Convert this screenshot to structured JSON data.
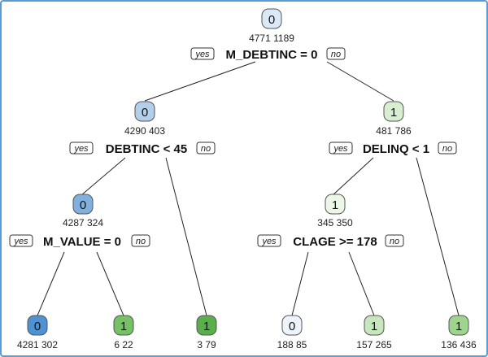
{
  "labels": {
    "yes": "yes",
    "no": "no"
  },
  "nodes": {
    "root": {
      "class": "0",
      "counts": "4771  1189",
      "split": "M_DEBTINC = 0",
      "color": "#dbe8f5"
    },
    "left": {
      "class": "0",
      "counts": "4290  403",
      "split": "DEBTINC < 45",
      "color": "#b4cfe9"
    },
    "right": {
      "class": "1",
      "counts": "481  786",
      "split": "DELINQ < 1",
      "color": "#d7efd0"
    },
    "ll": {
      "class": "0",
      "counts": "4287  324",
      "split": "M_VALUE = 0",
      "color": "#7fb0de"
    },
    "rl": {
      "class": "1",
      "counts": "345  350",
      "split": "CLAGE >= 178",
      "color": "#edf7e8"
    },
    "leaf_lll": {
      "class": "0",
      "counts": "4281  302",
      "color": "#4f92d4"
    },
    "leaf_llr": {
      "class": "1",
      "counts": "6  22",
      "color": "#76c066"
    },
    "leaf_lr": {
      "class": "1",
      "counts": "3  79",
      "color": "#5aaf4c"
    },
    "leaf_rll": {
      "class": "0",
      "counts": "188  85",
      "color": "#eef4fb"
    },
    "leaf_rlr": {
      "class": "1",
      "counts": "157  265",
      "color": "#c6e6bd"
    },
    "leaf_rr": {
      "class": "1",
      "counts": "136  436",
      "color": "#9fd48f"
    }
  }
}
